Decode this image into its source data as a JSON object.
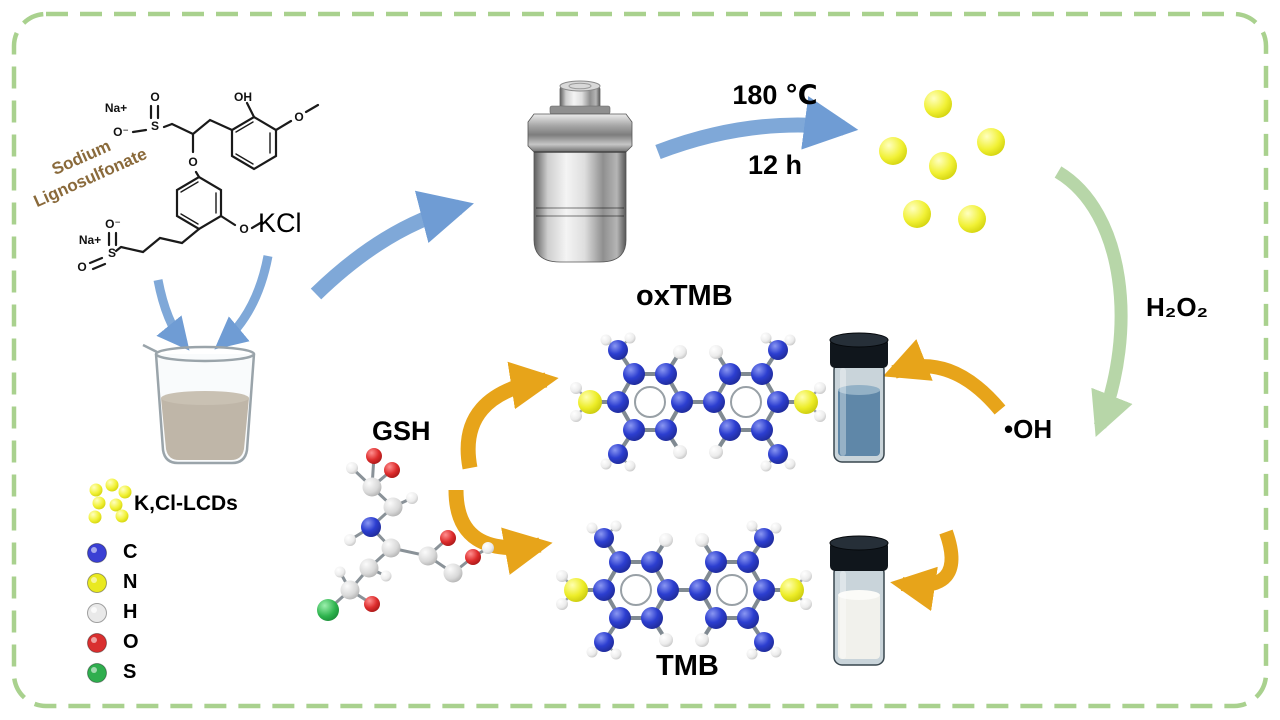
{
  "figure": {
    "reactant": {
      "name_line1": "Sodium",
      "name_line2": "Lignosulfonate",
      "kcl": "KCl",
      "na1": "Na+",
      "na2": "Na+",
      "oh": "OH",
      "o_methoxy1": "O",
      "o_ether": "O",
      "o_methoxy2": "O",
      "s1": "S",
      "s1_o_top": "O",
      "s1_o_minus": "O⁻",
      "s2": "S",
      "s2_o_minus": "O⁻",
      "s2_o_left": "O"
    },
    "conditions": {
      "temperature": "180 ℃",
      "duration": "12 h"
    },
    "oxidant": "H₂O₂",
    "radical": "•OH",
    "reductant": "GSH",
    "product_oxidized": "oxTMB",
    "product_reduced": "TMB"
  },
  "legend": {
    "dots_label": "K,Cl-LCDs",
    "atoms": [
      {
        "symbol": "C",
        "color": "#3a3fd4"
      },
      {
        "symbol": "N",
        "color": "#e9e920"
      },
      {
        "symbol": "H",
        "color": "#e9e9e9"
      },
      {
        "symbol": "O",
        "color": "#d92f2f"
      },
      {
        "symbol": "S",
        "color": "#2fae4e"
      }
    ]
  },
  "colors": {
    "border_green": "#a9d18e",
    "arrow_blue": "#7fa8d8",
    "arrow_green": "#b4d4a4",
    "arrow_orange": "#e7a41a",
    "dot_yellow": "#f1f135",
    "beaker_liquid": "#a6957f",
    "vial_blue_liquid": "#5f87a8",
    "vial_white_liquid": "#f1f1ec",
    "lignin_text": "#8a6a3b"
  }
}
